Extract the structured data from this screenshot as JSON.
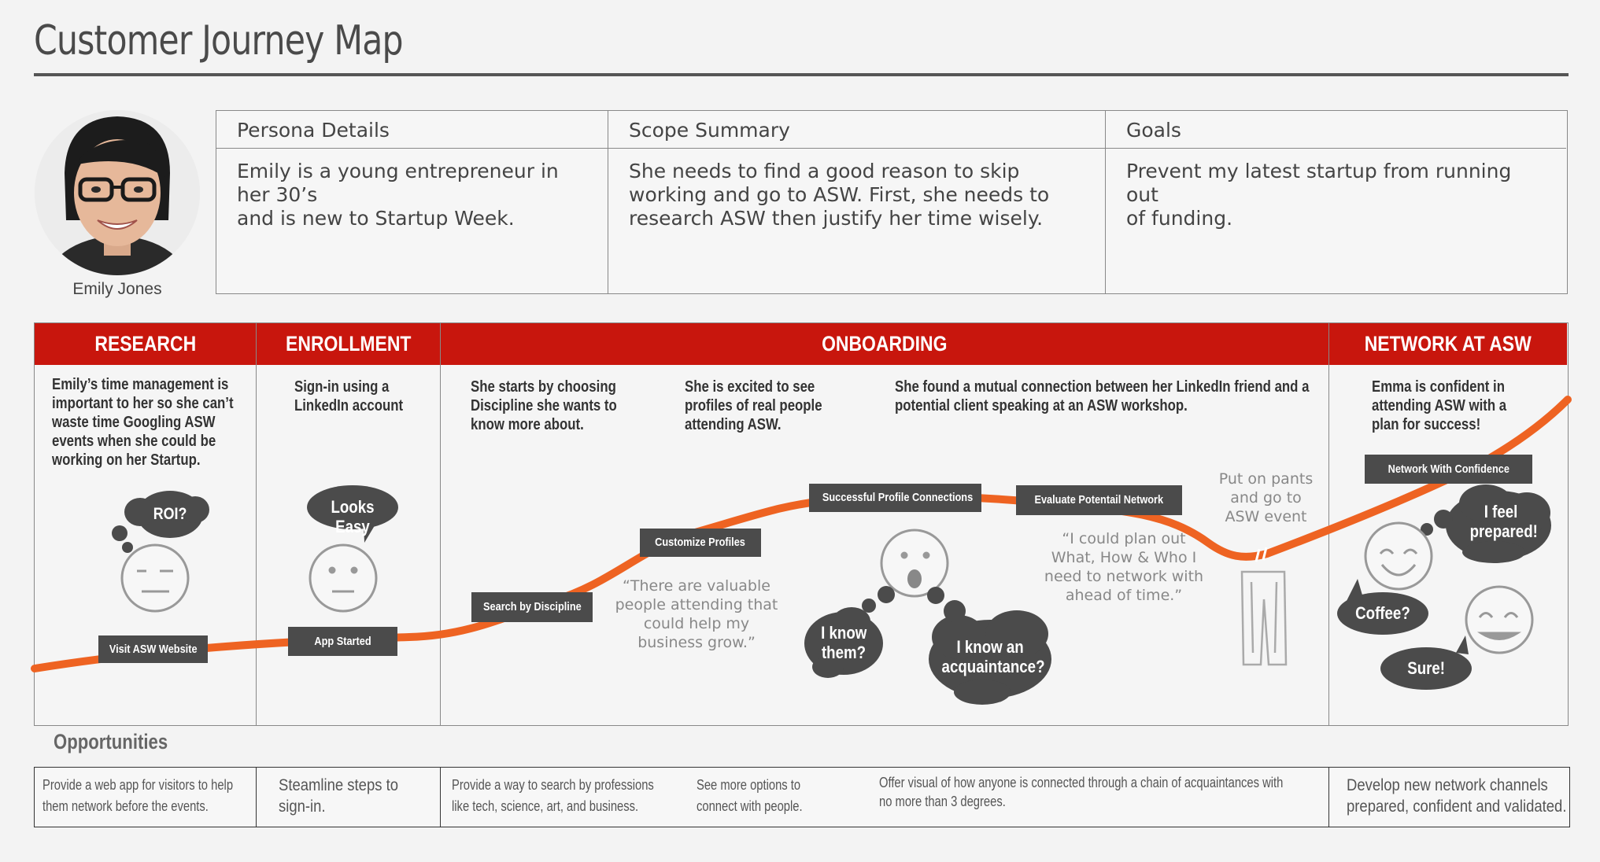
{
  "title": "Customer Journey Map",
  "persona": {
    "name": "Emily Jones"
  },
  "info": {
    "persona_details": {
      "heading": "Persona Details",
      "lines": [
        "Emily is a young entrepreneur in her 30’s",
        "and is new to Startup Week."
      ]
    },
    "scope_summary": {
      "heading": "Scope Summary",
      "lines": [
        "She needs to find a good reason to skip",
        "working and go to ASW. First, she needs to",
        "research ASW then justify her time wisely."
      ]
    },
    "goals": {
      "heading": "Goals",
      "lines": [
        "Prevent my latest startup from running out",
        "of funding."
      ]
    }
  },
  "phases": {
    "research": "RESEARCH",
    "enrollment": "ENROLLMENT",
    "onboarding": "ONBOARDING",
    "network": "NETWORK AT ASW"
  },
  "stage_texts": {
    "research": [
      "Emily’s time management is",
      "important to her so she can’t",
      "waste time Googling ASW",
      "events when she could be",
      "working on her Startup."
    ],
    "enrollment": [
      "Sign-in using a",
      "LinkedIn account"
    ],
    "onboarding_1": [
      "She starts by choosing",
      "Discipline she wants to",
      "know more about."
    ],
    "onboarding_2": [
      "She is excited to see",
      "profiles of real people",
      "attending ASW."
    ],
    "onboarding_3": [
      "She found a mutual connection between her LinkedIn friend and a",
      "potential client speaking at an ASW workshop."
    ],
    "network": [
      "Emma is confident in",
      "attending ASW with a",
      "plan for success!"
    ]
  },
  "touchpoints": {
    "visit": "Visit ASW Website",
    "app_started": "App Started",
    "search": "Search by Discipline",
    "customize": "Customize Profiles",
    "connections": "Successful Profile Connections",
    "evaluate": "Evaluate Potentail Network",
    "confidence": "Network With Confidence"
  },
  "quotes": {
    "valuable": [
      "“There are valuable",
      "people attending that",
      "could help my",
      "business grow.”"
    ],
    "plan": [
      "“I could plan out",
      "What, How & Who I",
      "need to network with",
      "ahead of time.”"
    ],
    "pants": [
      "Put on pants",
      "and go to",
      "ASW event"
    ]
  },
  "bubbles": {
    "roi": "ROI?",
    "easy": "Looks Easy",
    "know_them": [
      "I know",
      "them?"
    ],
    "acquaintance": [
      "I know an",
      "acquaintance?"
    ],
    "prepared": [
      "I feel",
      "prepared!"
    ],
    "coffee": "Coffee?",
    "sure": "Sure!"
  },
  "opportunities": {
    "title": "Opportunities",
    "items": [
      [
        "Provide a web app for visitors to help",
        "them network before the events."
      ],
      [
        "Steamline steps to",
        "sign-in."
      ],
      [
        "Provide a way to search by professions",
        "like tech, science, art, and business."
      ],
      [
        "See more options to",
        "connect with people."
      ],
      [
        "Offer visual of how anyone is connected through a chain of acquaintances with",
        "no more than 3 degrees."
      ],
      [
        "Develop new network channels",
        "prepared, confident and validated."
      ]
    ]
  },
  "colors": {
    "accent_red": "#c8160d",
    "journey_orange": "#ee6322",
    "label_dark": "#4b4b4b"
  }
}
